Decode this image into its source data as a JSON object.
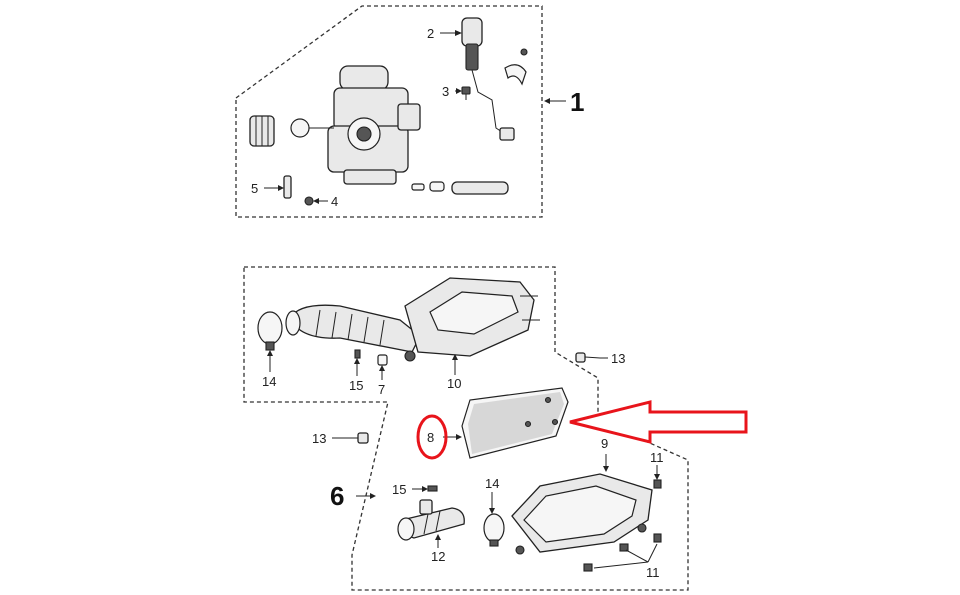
{
  "diagram": {
    "groups": [
      {
        "key": "carburetor",
        "number": "1"
      },
      {
        "key": "air-filter",
        "number": "6"
      }
    ],
    "callouts": [
      {
        "key": "c2",
        "label": "2"
      },
      {
        "key": "c3",
        "label": "3"
      },
      {
        "key": "c4",
        "label": "4"
      },
      {
        "key": "c5",
        "label": "5"
      },
      {
        "key": "c7",
        "label": "7"
      },
      {
        "key": "c8",
        "label": "8"
      },
      {
        "key": "c9",
        "label": "9"
      },
      {
        "key": "c10",
        "label": "10"
      },
      {
        "key": "c11a",
        "label": "11"
      },
      {
        "key": "c11b",
        "label": "11"
      },
      {
        "key": "c12",
        "label": "12"
      },
      {
        "key": "c13a",
        "label": "13"
      },
      {
        "key": "c13b",
        "label": "13"
      },
      {
        "key": "c14a",
        "label": "14"
      },
      {
        "key": "c14b",
        "label": "14"
      },
      {
        "key": "c15a",
        "label": "15"
      },
      {
        "key": "c15b",
        "label": "15"
      }
    ],
    "highlight": {
      "circled_callout": "8",
      "circle_color": "#e8141b",
      "arrow_color": "#e8141b"
    }
  }
}
